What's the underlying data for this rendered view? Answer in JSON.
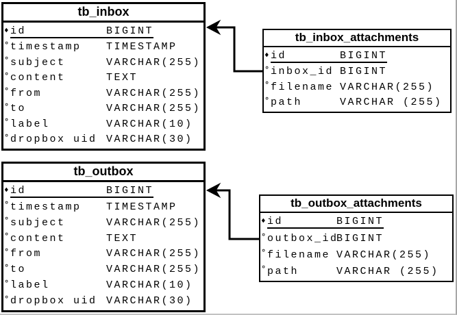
{
  "icons": {
    "primary_key_marker": "♦",
    "column_marker": "°"
  },
  "colors": {
    "table_border": "#000000",
    "relation_line": "#000000",
    "background": "#ffffff"
  },
  "tables": [
    {
      "title": "tb_inbox",
      "columns": [
        {
          "key": true,
          "name": "id",
          "type": "BIGINT"
        },
        {
          "key": false,
          "name": "timestamp",
          "type": "TIMESTAMP"
        },
        {
          "key": false,
          "name": "subject",
          "type": "VARCHAR(255)"
        },
        {
          "key": false,
          "name": "content",
          "type": "TEXT"
        },
        {
          "key": false,
          "name": "from",
          "type": "VARCHAR(255)"
        },
        {
          "key": false,
          "name": "to",
          "type": "VARCHAR(255)"
        },
        {
          "key": false,
          "name": "label",
          "type": "VARCHAR(10)"
        },
        {
          "key": false,
          "name": "dropbox uid",
          "type": "VARCHAR(30)"
        }
      ]
    },
    {
      "title": "tb_inbox_attachments",
      "columns": [
        {
          "key": true,
          "name": "id",
          "type": "BIGINT"
        },
        {
          "key": false,
          "name": "inbox_id",
          "type": "BIGINT"
        },
        {
          "key": false,
          "name": "filename",
          "type": "VARCHAR(255)"
        },
        {
          "key": false,
          "name": "path",
          "type": "VARCHAR (255)"
        }
      ]
    },
    {
      "title": "tb_outbox",
      "columns": [
        {
          "key": true,
          "name": "id",
          "type": "BIGINT"
        },
        {
          "key": false,
          "name": "timestamp",
          "type": "TIMESTAMP"
        },
        {
          "key": false,
          "name": "subject",
          "type": "VARCHAR(255)"
        },
        {
          "key": false,
          "name": "content",
          "type": "TEXT"
        },
        {
          "key": false,
          "name": "from",
          "type": "VARCHAR(255)"
        },
        {
          "key": false,
          "name": "to",
          "type": "VARCHAR(255)"
        },
        {
          "key": false,
          "name": "label",
          "type": "VARCHAR(10)"
        },
        {
          "key": false,
          "name": "dropbox uid",
          "type": "VARCHAR(30)"
        }
      ]
    },
    {
      "title": "tb_outbox_attachments",
      "columns": [
        {
          "key": true,
          "name": "id",
          "type": "BIGINT"
        },
        {
          "key": false,
          "name": "outbox_id",
          "type": "BIGINT"
        },
        {
          "key": false,
          "name": "filename",
          "type": "VARCHAR(255)"
        },
        {
          "key": false,
          "name": "path",
          "type": "VARCHAR (255)"
        }
      ]
    }
  ],
  "relations": [
    {
      "from_table": "tb_inbox_attachments",
      "from_column": "inbox_id",
      "to_table": "tb_inbox",
      "to_column": "id"
    },
    {
      "from_table": "tb_outbox_attachments",
      "from_column": "outbox_id",
      "to_table": "tb_outbox",
      "to_column": "id"
    }
  ]
}
